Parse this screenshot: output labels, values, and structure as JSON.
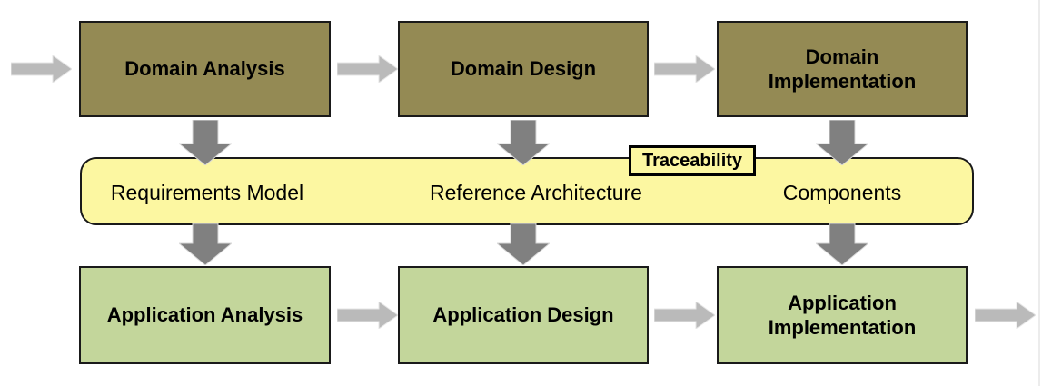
{
  "colors": {
    "domain_box_fill": "#948A54",
    "application_box_fill": "#C3D69B",
    "band_fill": "#FCF7A1",
    "box_border": "#1a1a1a",
    "arrow_light": "#BABABA",
    "arrow_light_outline": "#e6e6e6",
    "arrow_dark": "#808080",
    "arrow_dark_outline": "#d9d9d9",
    "text": "#000000"
  },
  "process": {
    "domain_row": [
      {
        "label": "Domain Analysis"
      },
      {
        "label": "Domain Design"
      },
      {
        "label": "Domain Implementation"
      }
    ],
    "artifacts_band": {
      "items": [
        {
          "label": "Requirements Model"
        },
        {
          "label": "Reference Architecture"
        },
        {
          "label": "Components"
        }
      ],
      "tag": "Traceability"
    },
    "application_row": [
      {
        "label": "Application Analysis"
      },
      {
        "label": "Application Design"
      },
      {
        "label": "Application Implementation"
      }
    ]
  }
}
